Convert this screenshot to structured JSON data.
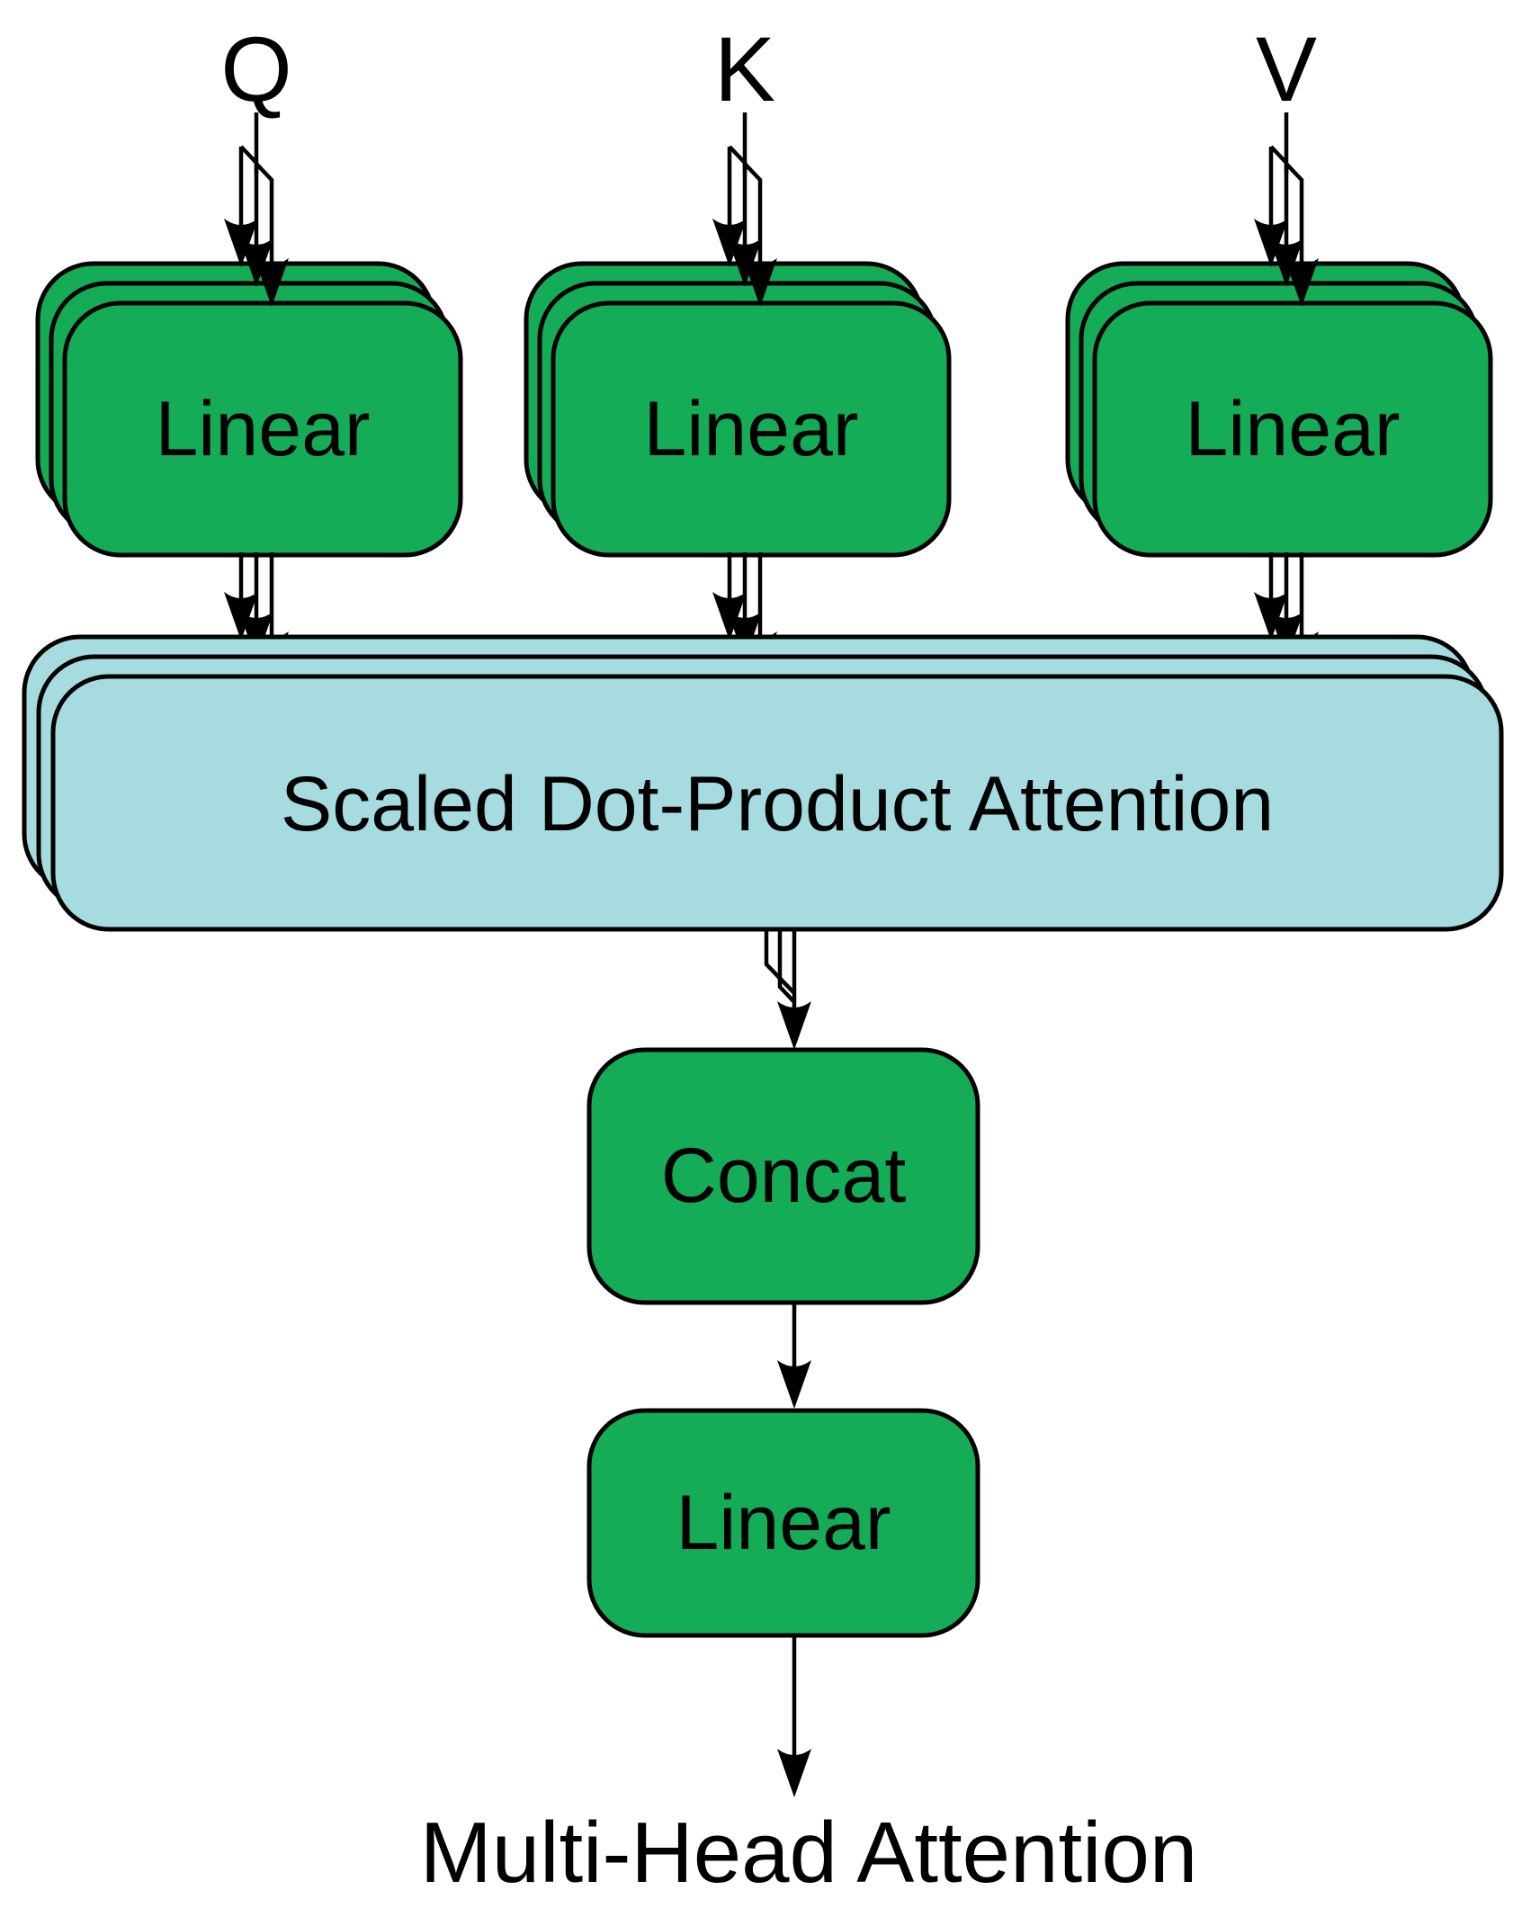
{
  "diagram": {
    "caption": "Multi-Head Attention",
    "attention_box_label": "Scaled Dot-Product Attention",
    "concat_box_label": "Concat",
    "output_linear_box_label": "Linear",
    "columns": [
      {
        "input_label": "Q",
        "box_label": "Linear"
      },
      {
        "input_label": "K",
        "box_label": "Linear"
      },
      {
        "input_label": "V",
        "box_label": "Linear"
      }
    ],
    "colors": {
      "box_green": "#14AC57",
      "box_cyan": "#A6DCDF",
      "line": "#000000",
      "background": "#FFFFFF"
    }
  }
}
